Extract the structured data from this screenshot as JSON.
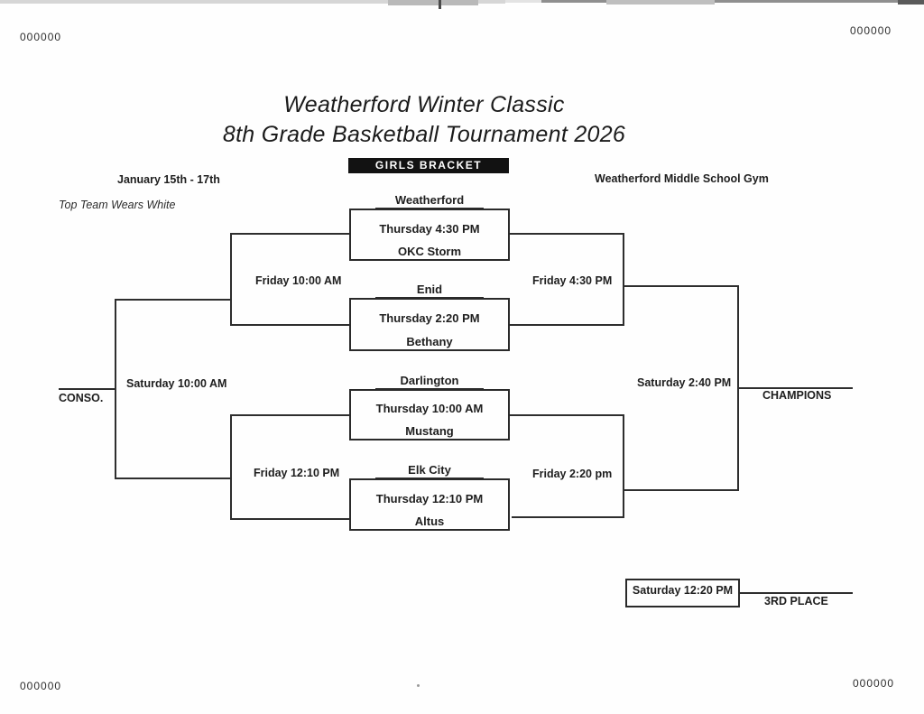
{
  "page": {
    "registration_marks": {
      "top_left": "000000",
      "top_right": "000000",
      "bottom_left": "000000",
      "bottom_right": "000000"
    },
    "title_line1": "Weatherford Winter Classic",
    "title_line2": "8th Grade Basketball Tournament 2026",
    "banner": "GIRLS BRACKET",
    "dates": "January 15th - 17th",
    "venue": "Weatherford Middle School Gym",
    "note": "Top Team Wears White"
  },
  "bracket": {
    "games": [
      {
        "top": "Weatherford",
        "time": "Thursday 4:30 PM",
        "bottom": "OKC Storm"
      },
      {
        "top": "Enid",
        "time": "Thursday 2:20 PM",
        "bottom": "Bethany"
      },
      {
        "top": "Darlington",
        "time": "Thursday 10:00 AM",
        "bottom": "Mustang"
      },
      {
        "top": "Elk City",
        "time": "Thursday 12:10 PM",
        "bottom": "Altus"
      }
    ],
    "left": {
      "semifinal_top": "Friday 10:00 AM",
      "semifinal_bottom": "Friday 12:10 PM",
      "final": "Saturday 10:00 AM",
      "result": "CONSO."
    },
    "right": {
      "semifinal_top": "Friday 4:30 PM",
      "semifinal_bottom": "Friday 2:20 pm",
      "final": "Saturday 2:40 PM",
      "result": "CHAMPIONS"
    },
    "third_place": {
      "time": "Saturday 12:20 PM",
      "label": "3RD PLACE"
    }
  },
  "colors": {
    "ink": "#1e1e1e",
    "line": "#2e2e2e",
    "banner_bg": "#121212",
    "banner_text": "#ffffff",
    "paper": "#fefefe"
  }
}
